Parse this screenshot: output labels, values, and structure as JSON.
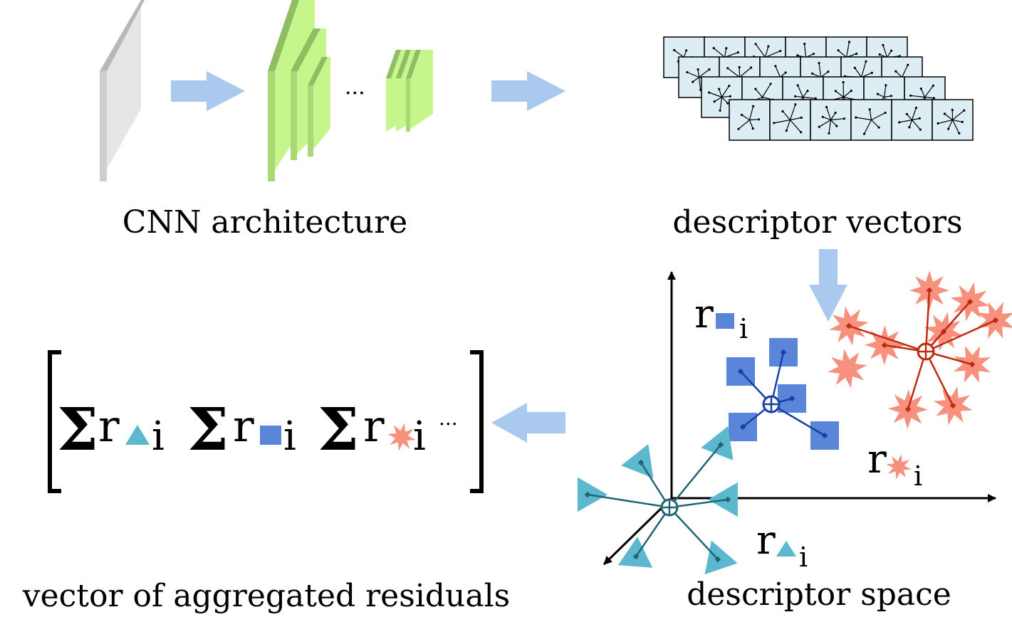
{
  "captions": {
    "cnn": "CNN architecture",
    "descriptors": "descriptor vectors",
    "residuals": "vector of aggregated residuals",
    "space": "descriptor space"
  },
  "ellipsis": "...",
  "symbols": {
    "sum": "Σ",
    "r": "r",
    "i": "i"
  },
  "colors": {
    "teal_dark": "#216575",
    "teal_light": "#5bb8cf",
    "blue_dark": "#1640a8",
    "blue_light": "#5a85d8",
    "red_dark": "#c02a12",
    "red_light": "#f7907c",
    "arrow_fill": "#a9c9ef",
    "layer_green": "#c6f58c",
    "layer_green_dark": "#8ebd63",
    "input_grey": "#e6e6e6",
    "descriptor_cell": "#dcedf3"
  }
}
